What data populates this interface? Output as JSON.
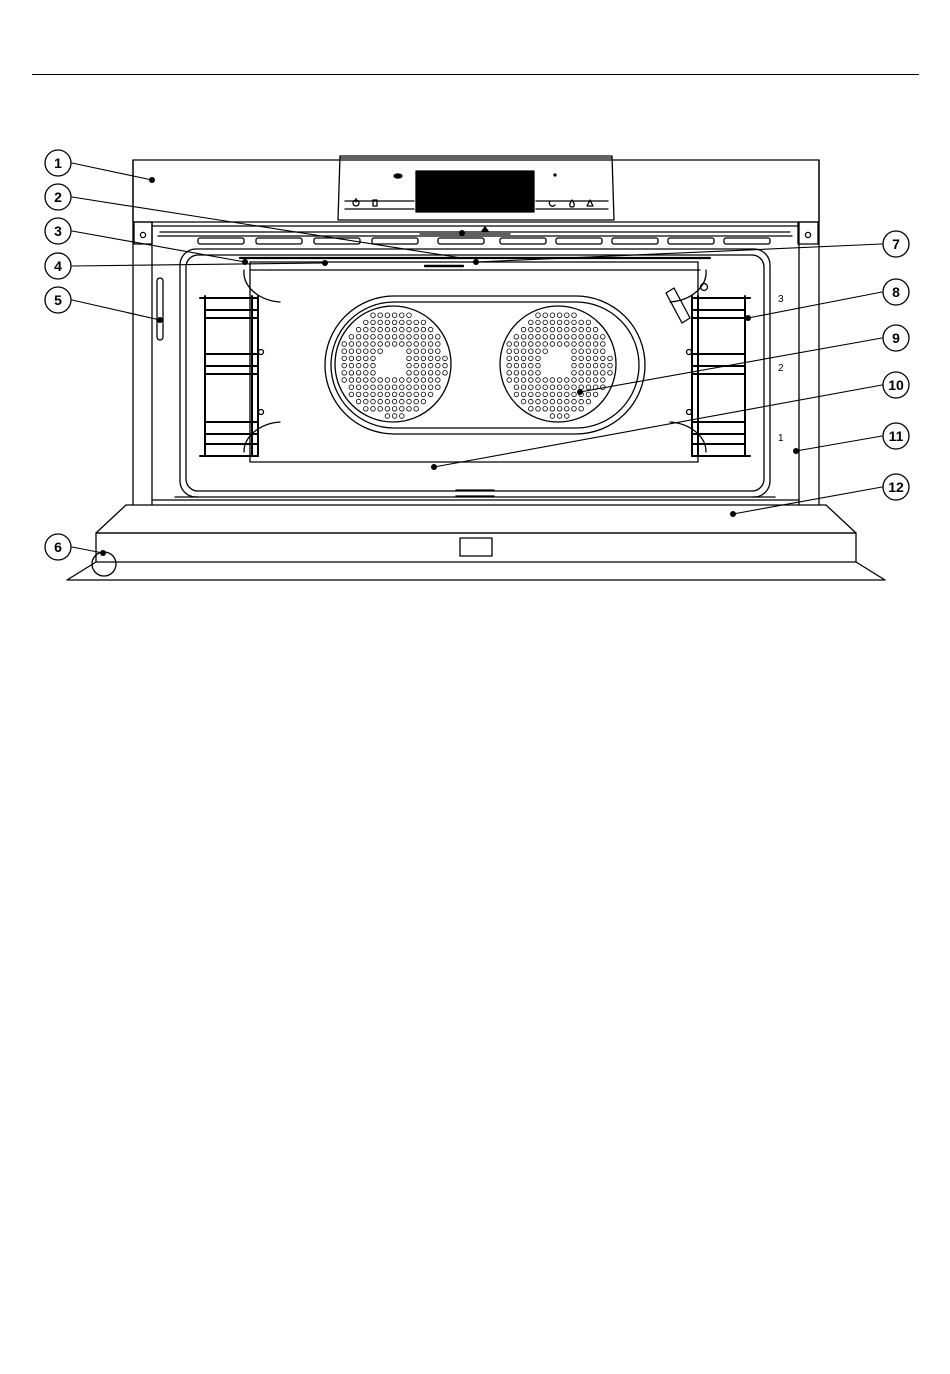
{
  "callouts": [
    {
      "num": "1"
    },
    {
      "num": "2"
    },
    {
      "num": "3"
    },
    {
      "num": "4"
    },
    {
      "num": "5"
    },
    {
      "num": "6"
    },
    {
      "num": "7"
    },
    {
      "num": "8"
    },
    {
      "num": "9"
    },
    {
      "num": "10"
    },
    {
      "num": "11"
    },
    {
      "num": "12"
    }
  ],
  "shelf_levels": [
    "3",
    "2",
    "1"
  ]
}
